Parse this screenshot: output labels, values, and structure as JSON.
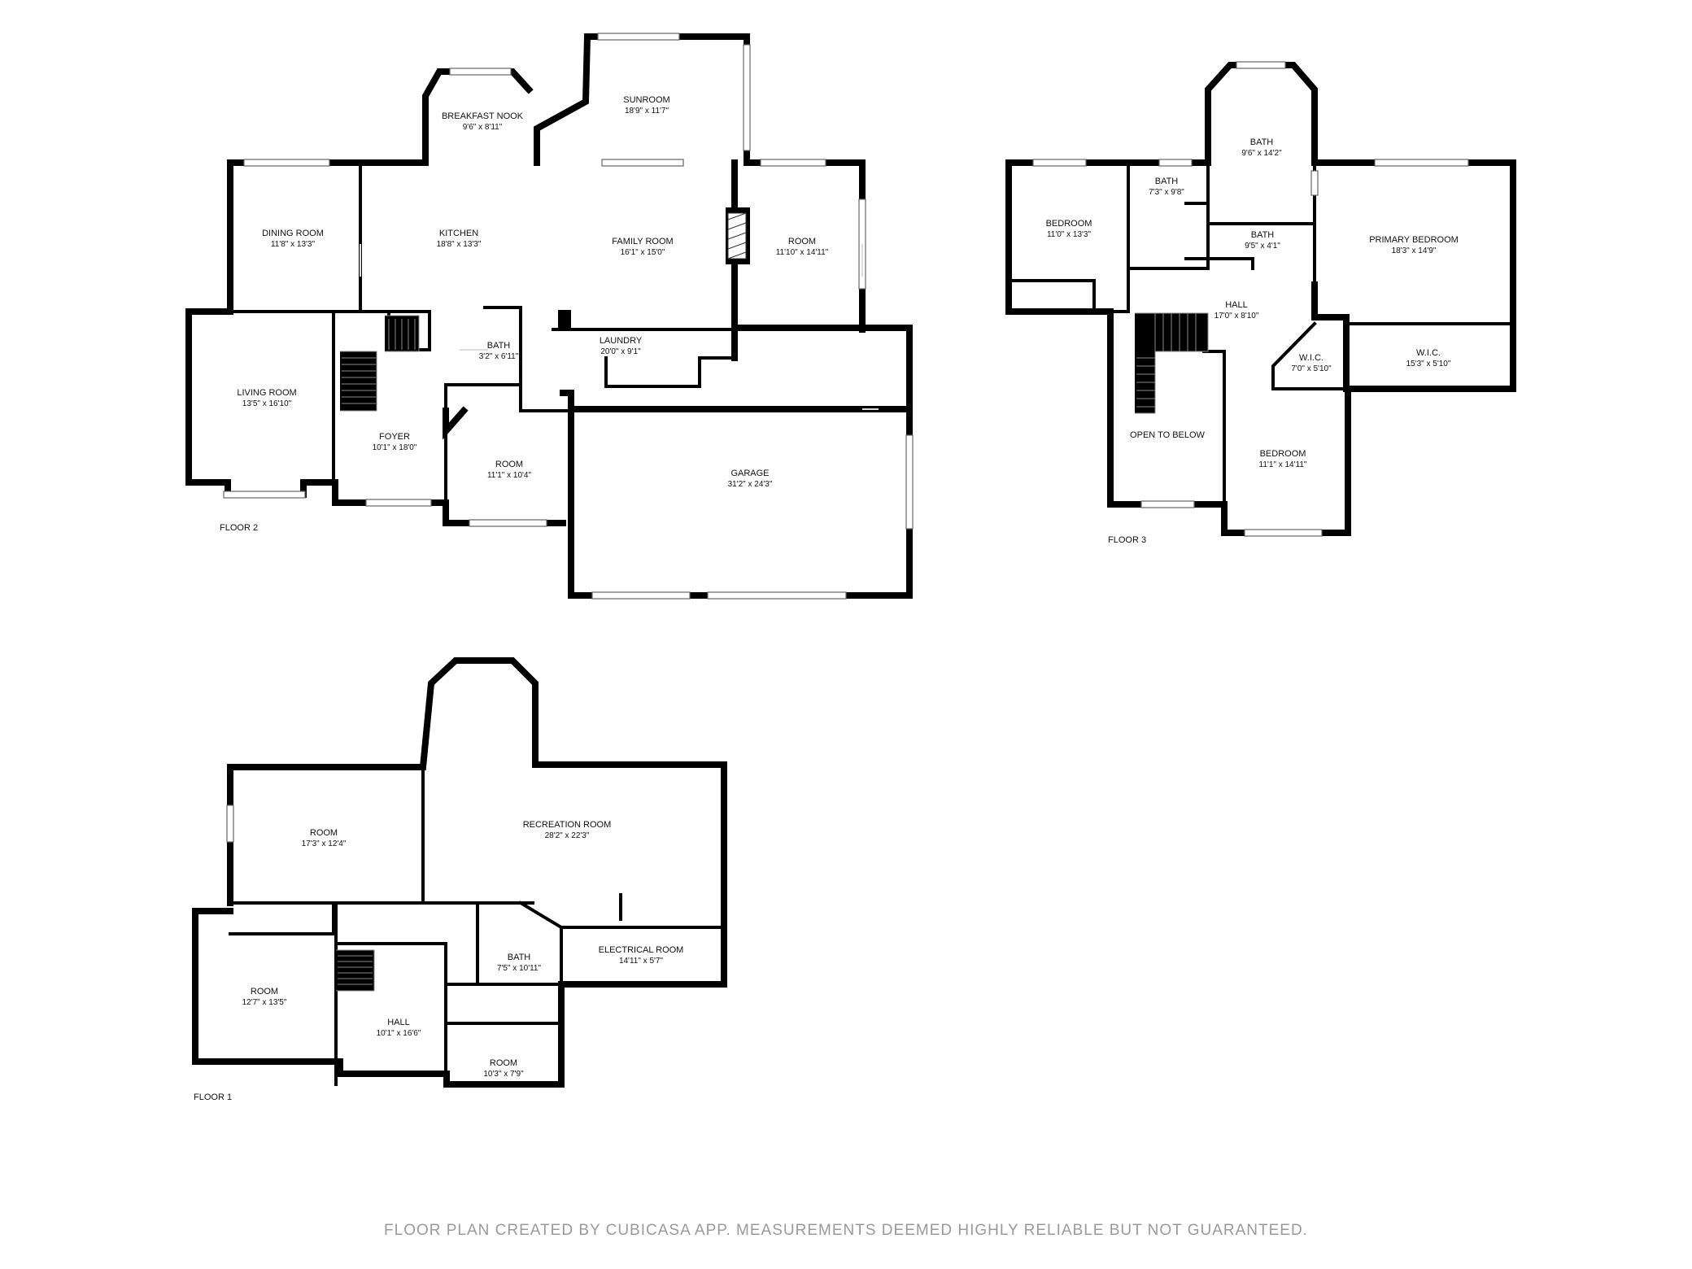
{
  "footer": "FLOOR PLAN CREATED BY CUBICASA APP. MEASUREMENTS DEEMED HIGHLY RELIABLE BUT NOT GUARANTEED.",
  "floors": [
    {
      "label": "FLOOR 2",
      "rooms": [
        {
          "name": "BREAKFAST NOOK",
          "dims": "9'6\" x 8'11\""
        },
        {
          "name": "SUNROOM",
          "dims": "18'9\" x 11'7\""
        },
        {
          "name": "DINING ROOM",
          "dims": "11'8\" x 13'3\""
        },
        {
          "name": "KITCHEN",
          "dims": "18'8\" x 13'3\""
        },
        {
          "name": "FAMILY ROOM",
          "dims": "16'1\" x 15'0\""
        },
        {
          "name": "ROOM",
          "dims": "11'10\" x 14'11\""
        },
        {
          "name": "LIVING ROOM",
          "dims": "13'5\" x 16'10\""
        },
        {
          "name": "BATH",
          "dims": "3'2\" x 6'11\""
        },
        {
          "name": "LAUNDRY",
          "dims": "20'0\" x 9'1\""
        },
        {
          "name": "FOYER",
          "dims": "10'1\" x 18'0\""
        },
        {
          "name": "ROOM",
          "dims": "11'1\" x 10'4\""
        },
        {
          "name": "GARAGE",
          "dims": "31'2\" x 24'3\""
        }
      ]
    },
    {
      "label": "FLOOR 3",
      "rooms": [
        {
          "name": "BATH",
          "dims": "9'6\" x 14'2\""
        },
        {
          "name": "BEDROOM",
          "dims": "11'0\" x 13'3\""
        },
        {
          "name": "BATH",
          "dims": "7'3\" x 9'8\""
        },
        {
          "name": "BATH",
          "dims": "9'5\" x 4'1\""
        },
        {
          "name": "PRIMARY BEDROOM",
          "dims": "18'3\" x 14'9\""
        },
        {
          "name": "HALL",
          "dims": "17'0\" x 8'10\""
        },
        {
          "name": "W.I.C.",
          "dims": "7'0\" x 5'10\""
        },
        {
          "name": "W.I.C.",
          "dims": "15'3\" x 5'10\""
        },
        {
          "name": "OPEN TO BELOW",
          "dims": ""
        },
        {
          "name": "BEDROOM",
          "dims": "11'1\" x 14'11\""
        }
      ]
    },
    {
      "label": "FLOOR 1",
      "rooms": [
        {
          "name": "ROOM",
          "dims": "17'3\" x 12'4\""
        },
        {
          "name": "RECREATION ROOM",
          "dims": "28'2\" x 22'3\""
        },
        {
          "name": "BATH",
          "dims": "7'5\" x 10'11\""
        },
        {
          "name": "ELECTRICAL ROOM",
          "dims": "14'11\" x 5'7\""
        },
        {
          "name": "ROOM",
          "dims": "12'7\" x 13'5\""
        },
        {
          "name": "HALL",
          "dims": "10'1\" x 16'6\""
        },
        {
          "name": "ROOM",
          "dims": "10'3\" x 7'9\""
        }
      ]
    }
  ]
}
